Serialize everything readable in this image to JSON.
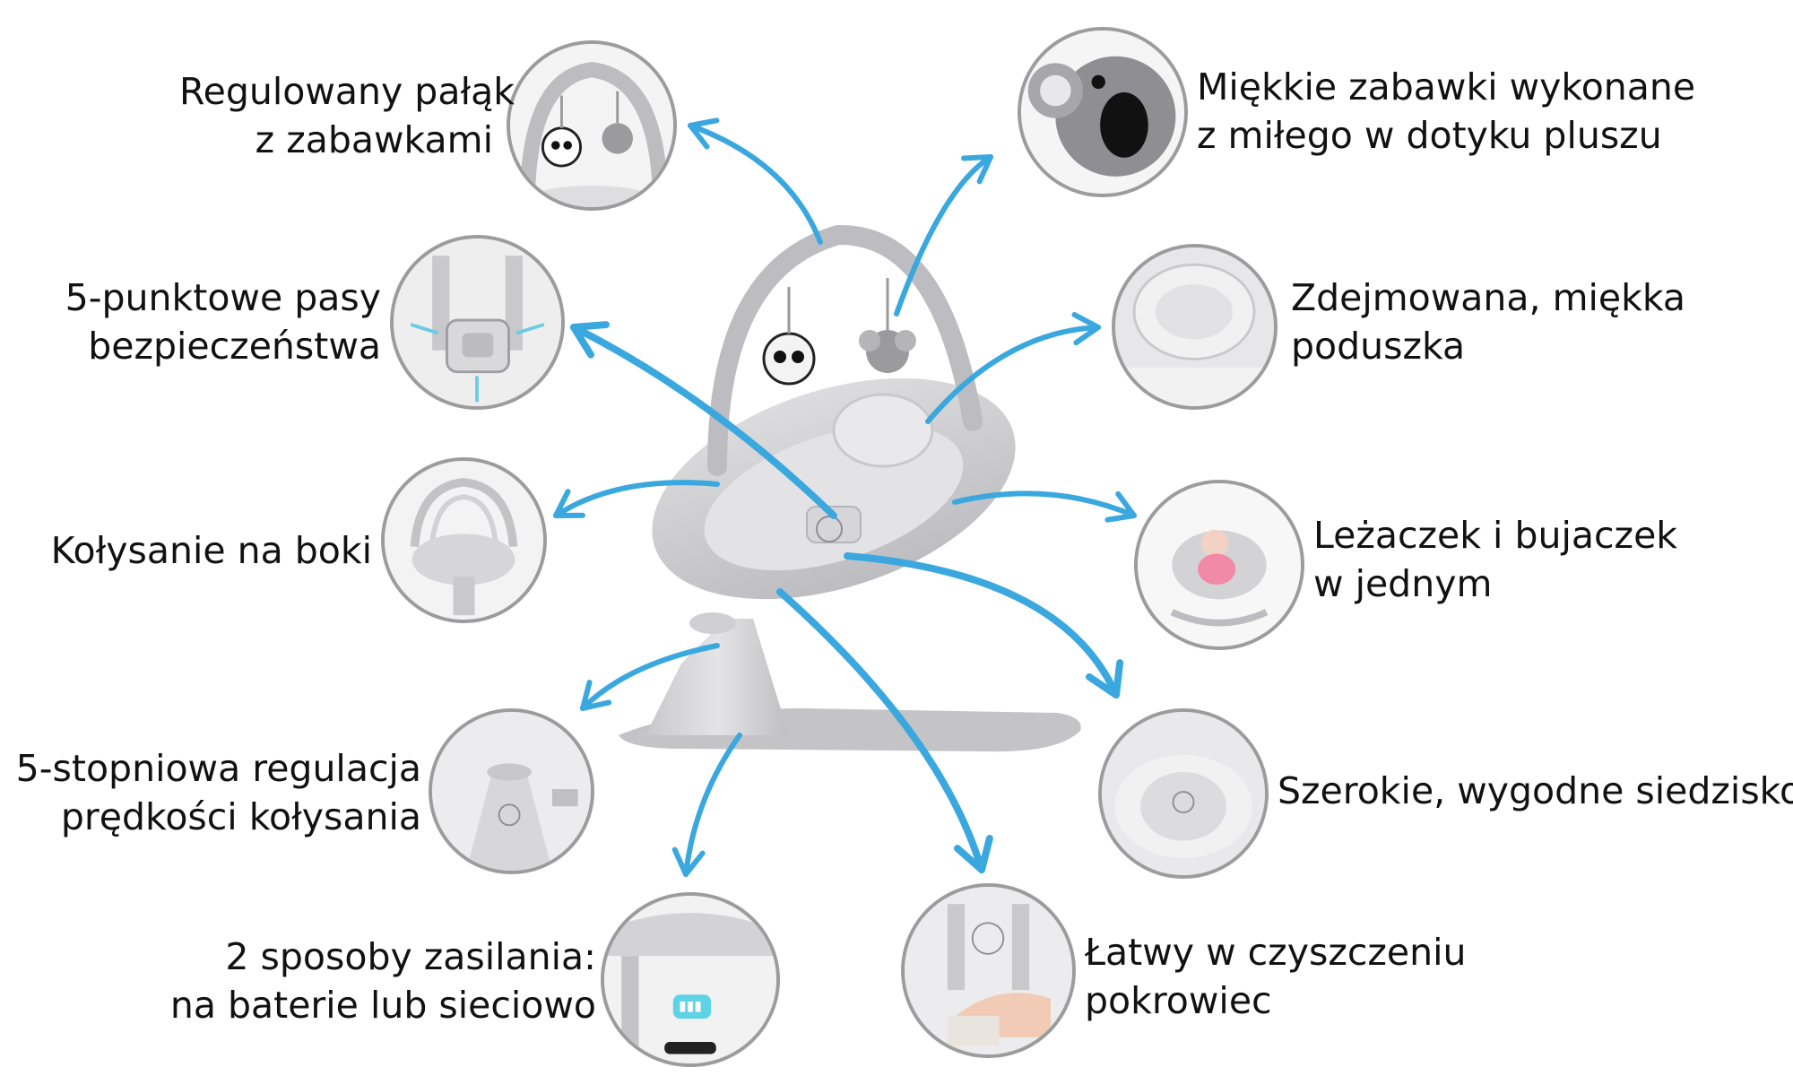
{
  "colors": {
    "arrow": "#3aa8df",
    "circle_border": "#9c9c9c",
    "product_gray": "#cfcfd1",
    "product_dark": "#a9a9ad",
    "text": "#111111"
  },
  "features": {
    "arch_toys": {
      "lines": [
        "Regulowany pałąk",
        "z zabawkami"
      ]
    },
    "plush_toys": {
      "lines": [
        "Miękkie zabawki wykonane",
        "z miłego w dotyku pluszu"
      ]
    },
    "harness": {
      "lines": [
        "5-punktowe pasy",
        "bezpieczeństwa"
      ]
    },
    "pillow": {
      "lines": [
        "Zdejmowana, miękka",
        "poduszka"
      ]
    },
    "side_swing": {
      "lines": [
        "Kołysanie na boki"
      ]
    },
    "two_in_one": {
      "lines": [
        "Leżaczek i bujaczek",
        "w jednym"
      ]
    },
    "speed": {
      "lines": [
        "5-stopniowa regulacja",
        "prędkości kołysania"
      ]
    },
    "seat": {
      "lines": [
        "Szerokie, wygodne siedzisko"
      ]
    },
    "power": {
      "lines": [
        "2 sposoby zasilania:",
        "na baterie lub sieciowo"
      ]
    },
    "cover": {
      "lines": [
        "Łatwy w czyszczeniu",
        "pokrowiec"
      ]
    }
  },
  "icons": {
    "product": "baby-swing-icon",
    "arrows": "curved-arrow-icon"
  }
}
